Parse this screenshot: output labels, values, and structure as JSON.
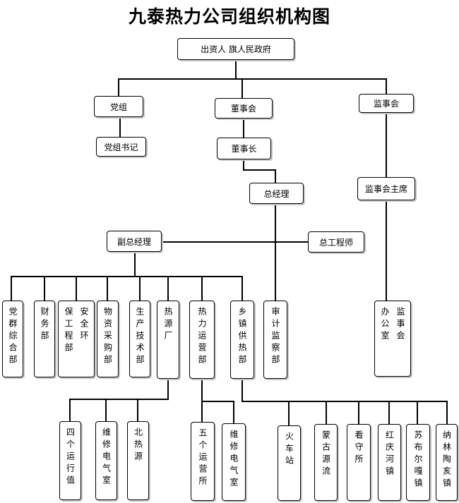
{
  "title": "九泰热力公司组织机构图",
  "nodes": {
    "investor": "出资人  旗人民政府",
    "party_group": "党组",
    "board": "董事会",
    "supervisory_board": "监事会",
    "party_secretary": "党组书记",
    "chairman": "董事长",
    "general_manager": "总经理",
    "supervisory_chairman": "监事会主席",
    "deputy_gm": "副总经理",
    "chief_engineer": "总工程师",
    "dept_party_affairs": "党群综合部",
    "dept_finance": "财务部",
    "dept_safety_env": "安全环保工程部",
    "dept_procurement": "物资采购部",
    "dept_tech": "生产技术部",
    "dept_heat_source_plant": "热源厂",
    "dept_heat_operation": "热力运营部",
    "dept_township_heating": "乡镇供热部",
    "dept_audit": "审计监察部",
    "office_supervisory": "监事会办公室",
    "unit_four_ops": "四个运行值",
    "unit_repair_1": "维修电气室",
    "unit_north_heat": "北热源",
    "unit_five_ops": "五个运营所",
    "unit_repair_2": "维修电气室",
    "unit_station": "火车站",
    "unit_menggu": "蒙古源流",
    "unit_guard": "看守所",
    "unit_hongqinghe": "红庆河镇",
    "unit_subuergai": "苏布尔嘎镇",
    "unit_nalintaohai": "纳林陶亥镇"
  }
}
